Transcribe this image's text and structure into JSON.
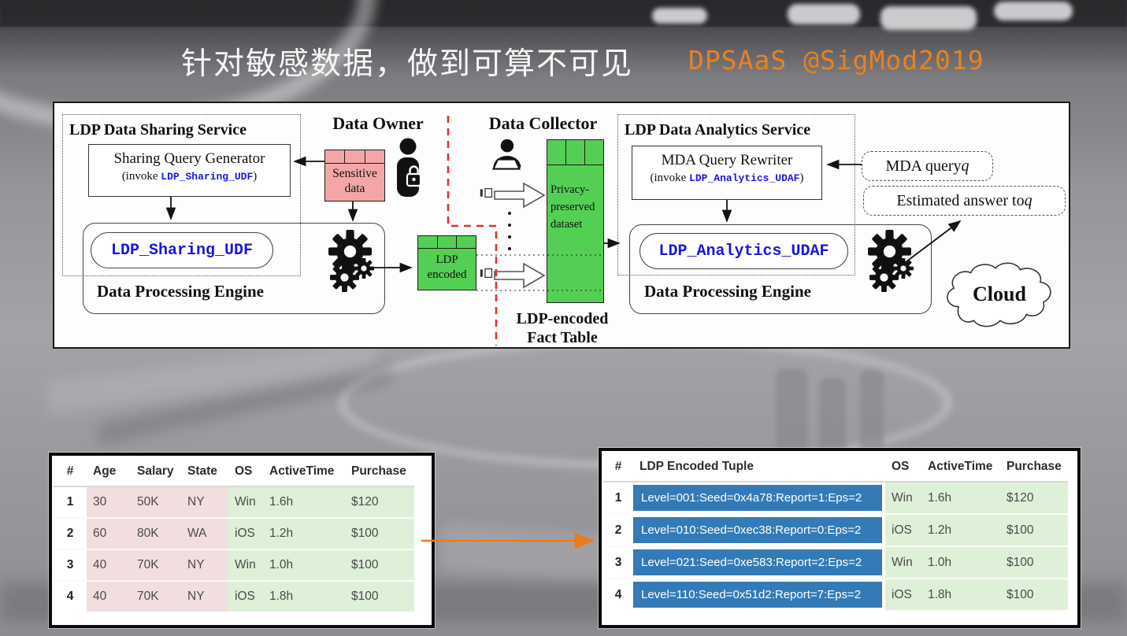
{
  "title": {
    "main": "针对敏感数据，做到可算不可见",
    "tag": "DPSAaS @SigMod2019"
  },
  "colors": {
    "accent_orange": "#E8821F",
    "code_blue": "#1717dd",
    "table_blue": "#337ab7",
    "cell_pink": "#f2dede",
    "cell_green": "#dff0d8",
    "diagram_green": "#53cf53",
    "diagram_pink": "#f4a6a6",
    "dashed_red": "#e63030"
  },
  "diagram": {
    "sharing_service": {
      "label": "LDP Data Sharing Service",
      "generator_title": "Sharing Query Generator",
      "invoke_pre": "(invoke ",
      "invoke_code": "LDP_Sharing_UDF",
      "invoke_post": ")",
      "udf_pill": "LDP_Sharing_UDF",
      "engine_label": "Data Processing Engine"
    },
    "data_owner": {
      "label": "Data Owner",
      "sensitive_table": "Sensitive data"
    },
    "data_collector": {
      "label": "Data Collector",
      "dataset_table": "Privacy-preserved dataset",
      "ldp_encoded_table": "LDP encoded",
      "fact_caption_line1": "LDP-encoded",
      "fact_caption_line2": "Fact Table"
    },
    "analytics_service": {
      "label": "LDP Data Analytics Service",
      "rewriter_title": "MDA Query Rewriter",
      "invoke_pre": "(invoke ",
      "invoke_code": "LDP_Analytics_UDAF",
      "invoke_post": ")",
      "udaf_pill": "LDP_Analytics_UDAF",
      "engine_label": "Data Processing Engine",
      "mda_query_text": "MDA query ",
      "mda_query_var": "q",
      "estimated_text": "Estimated answer to ",
      "estimated_var": "q",
      "cloud_label": "Cloud"
    }
  },
  "raw_table": {
    "headers": [
      "#",
      "Age",
      "Salary",
      "State",
      "OS",
      "ActiveTime",
      "Purchase"
    ],
    "rows": [
      [
        "1",
        "30",
        "50K",
        "NY",
        "Win",
        "1.6h",
        "$120"
      ],
      [
        "2",
        "60",
        "80K",
        "WA",
        "iOS",
        "1.2h",
        "$100"
      ],
      [
        "3",
        "40",
        "70K",
        "NY",
        "Win",
        "1.0h",
        "$100"
      ],
      [
        "4",
        "40",
        "70K",
        "NY",
        "iOS",
        "1.8h",
        "$100"
      ]
    ]
  },
  "encoded_table": {
    "headers": [
      "#",
      "LDP Encoded Tuple",
      "OS",
      "ActiveTime",
      "Purchase"
    ],
    "rows": [
      [
        "1",
        "Level=001:Seed=0x4a78:Report=1:Eps=2",
        "Win",
        "1.6h",
        "$120"
      ],
      [
        "2",
        "Level=010:Seed=0xec38:Report=0:Eps=2",
        "iOS",
        "1.2h",
        "$100"
      ],
      [
        "3",
        "Level=021:Seed=0xe583:Report=2:Eps=2",
        "Win",
        "1.0h",
        "$100"
      ],
      [
        "4",
        "Level=110:Seed=0x51d2:Report=7:Eps=2",
        "iOS",
        "1.8h",
        "$100"
      ]
    ]
  }
}
